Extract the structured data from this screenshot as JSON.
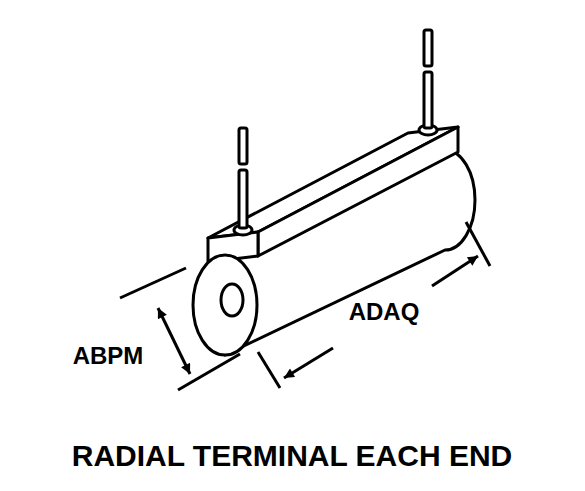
{
  "diagram": {
    "caption": "RADIAL TERMINAL EACH END",
    "labels": [
      "ABPM",
      "ADAQ"
    ]
  }
}
